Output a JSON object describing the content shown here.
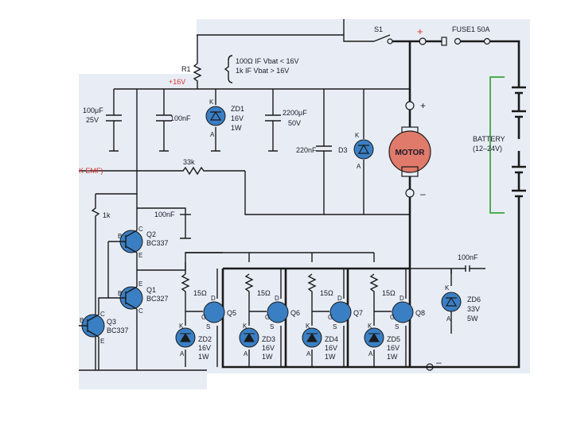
{
  "labels": {
    "s1": "S1",
    "fuse": "FUSE1 50A",
    "plus_top": "+",
    "r1": "R1",
    "r1_note_1": "100Ω IF Vbat < 16V",
    "r1_note_2": "1k IF Vbat > 16V",
    "v16": "+16V",
    "c_in_1": "100μF",
    "c_in_2": "25V",
    "c_100n_a": "100nF",
    "zd1_k": "K",
    "zd1_1": "ZD1",
    "zd1_2": "16V",
    "zd1_3": "1W",
    "zd1_a": "A",
    "c_bulk_1": "2200μF",
    "c_bulk_2": "50V",
    "c_220n": "220nF",
    "d3": "D3",
    "d3_k": "K",
    "d3_a": "A",
    "motor": "MOTOR",
    "motor_plus": "+",
    "motor_minus": "–",
    "battery_1": "BATTERY",
    "battery_2": "(12–24V)",
    "back_emf": "K EMF)",
    "r_33k": "33k",
    "r_1k": "1k",
    "c_100n_b": "100nF",
    "q2_c": "C",
    "q2_b": "B",
    "q2_e": "E",
    "q2_1": "Q2",
    "q2_2": "BC337",
    "q1_e": "E",
    "q1_b": "B",
    "q1_c": "C",
    "q1_1": "Q1",
    "q1_2": "BC327",
    "q3_b": "B",
    "q3_c": "C",
    "q3_e": "E",
    "q3_1": "Q3",
    "q3_2": "BC337",
    "c_100n_c": "100nF",
    "mosfets": [
      {
        "r": "15Ω",
        "d": "D",
        "g": "G",
        "s": "S",
        "q": "Q5",
        "k": "K",
        "zd": "ZD2",
        "v": "16V",
        "w": "1W",
        "a": "A"
      },
      {
        "r": "15Ω",
        "d": "D",
        "g": "G",
        "s": "S",
        "q": "Q6",
        "k": "K",
        "zd": "ZD3",
        "v": "16V",
        "w": "1W",
        "a": "A"
      },
      {
        "r": "15Ω",
        "d": "D",
        "g": "G",
        "s": "S",
        "q": "Q7",
        "k": "K",
        "zd": "ZD4",
        "v": "16V",
        "w": "1W",
        "a": "A"
      },
      {
        "r": "15Ω",
        "d": "D",
        "g": "G",
        "s": "S",
        "q": "Q8",
        "k": "K",
        "zd": "ZD5",
        "v": "16V",
        "w": "1W",
        "a": "A"
      }
    ],
    "zd6_k": "K",
    "zd6_1": "ZD6",
    "zd6_2": "33V",
    "zd6_3": "5W",
    "zd6_a": "A",
    "minus_bottom": "–"
  },
  "colors": {
    "background_tint": "#e8edf5",
    "motor_fill": "#e07a6a",
    "zener_fill": "#3a7fc4",
    "battery_bracket": "#4caf50",
    "label_red": "#d9342b"
  }
}
